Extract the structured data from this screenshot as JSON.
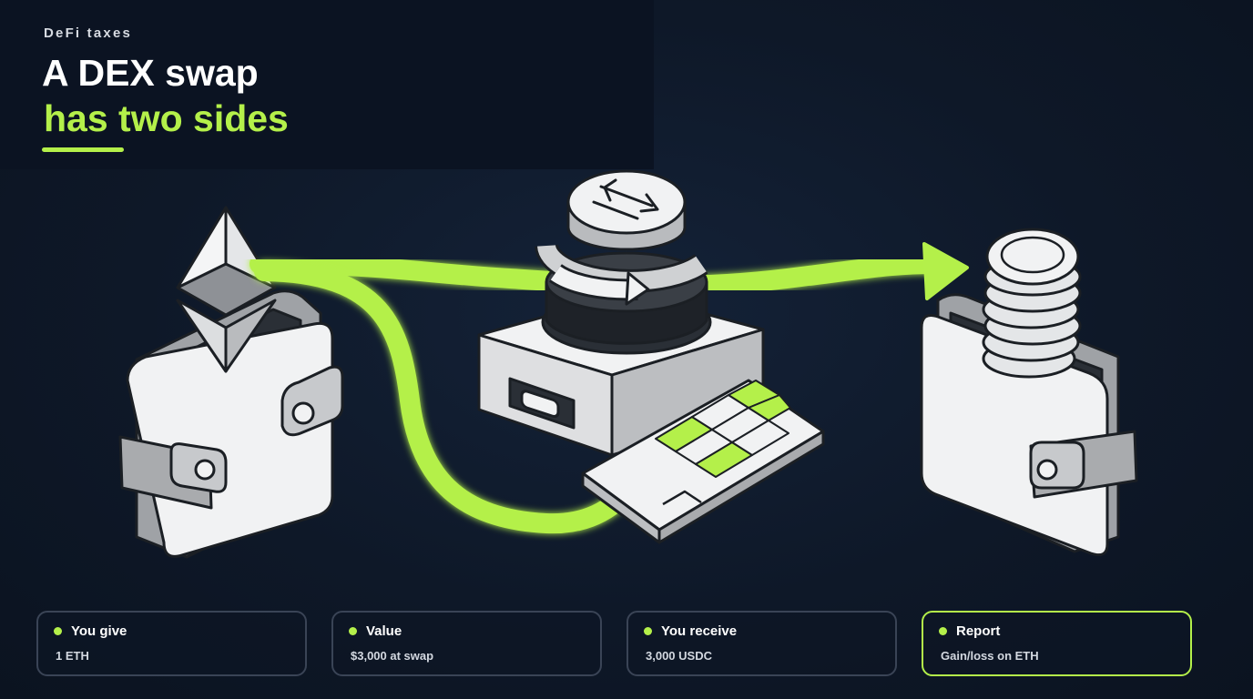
{
  "header": {
    "eyebrow": "DeFi taxes",
    "title_line1": "A DEX swap",
    "title_line2": "has two sides"
  },
  "colors": {
    "accent": "#b4f04a",
    "background": "#0d1626",
    "card_border": "#3a4456",
    "illustration_light": "#f1f2f3",
    "illustration_shadow": "#a9abae",
    "outline": "#1b1f24"
  },
  "illustration": {
    "icons": [
      "wallet-icon",
      "ethereum-icon",
      "swap-arrows-icon",
      "dex-machine-icon",
      "receipt-icon",
      "coin-stack-icon"
    ]
  },
  "cards": [
    {
      "label": "You give",
      "value": "1 ETH"
    },
    {
      "label": "Value",
      "value": "$3,000 at swap"
    },
    {
      "label": "You receive",
      "value": "3,000 USDC"
    },
    {
      "label": "Report",
      "value": "Gain/loss on ETH"
    }
  ]
}
